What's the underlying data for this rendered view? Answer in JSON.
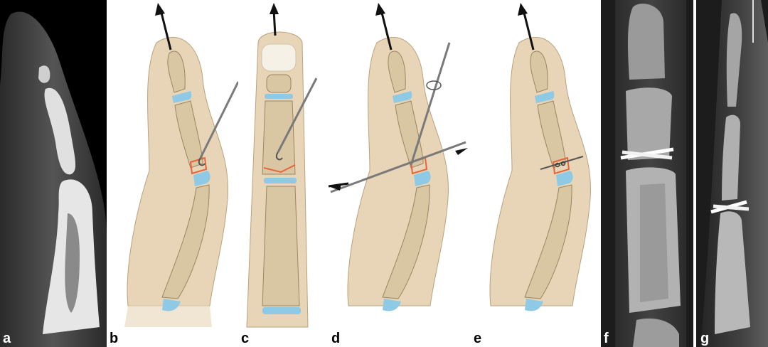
{
  "panels": [
    {
      "label": "a",
      "kind": "ct-scan"
    },
    {
      "label": "b",
      "kind": "illustration"
    },
    {
      "label": "c",
      "kind": "illustration"
    },
    {
      "label": "d",
      "kind": "illustration"
    },
    {
      "label": "e",
      "kind": "illustration"
    },
    {
      "label": "f",
      "kind": "radiograph"
    },
    {
      "label": "g",
      "kind": "radiograph"
    }
  ],
  "colors": {
    "skin": "#e8d5b7",
    "bone": "#d9c7a3",
    "cartilage": "#8ecae6",
    "fracture": "#e8623a",
    "instrument": "#7a7a7a",
    "xray_bg": "#1a1a1a"
  }
}
